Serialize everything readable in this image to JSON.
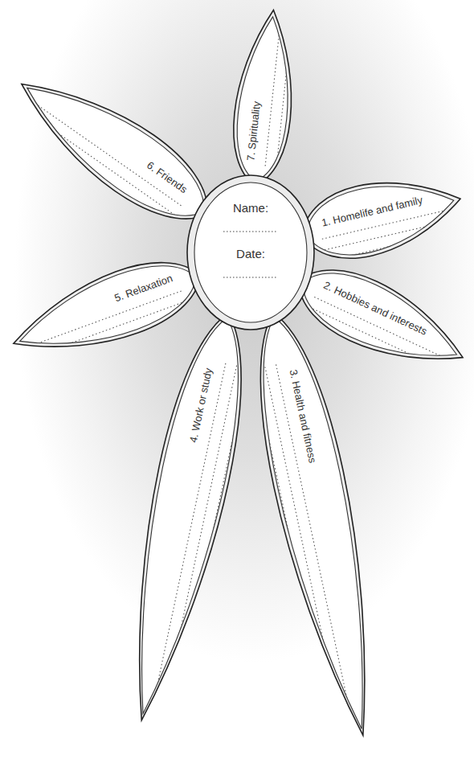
{
  "diagram": {
    "nodes": [
      {
        "text": [
          "Name:",
          "Date:"
        ]
      },
      {
        "text": [
          "1. Homelife and family"
        ]
      },
      {
        "text": [
          "2. Hobbies and interests"
        ]
      },
      {
        "text": [
          "3. Health and fitness"
        ]
      },
      {
        "text": [
          "4. Work or study"
        ]
      },
      {
        "text": [
          "5. Relaxation"
        ]
      },
      {
        "text": [
          "6. Friends"
        ]
      },
      {
        "text": [
          "7. Spirituality"
        ]
      }
    ]
  }
}
